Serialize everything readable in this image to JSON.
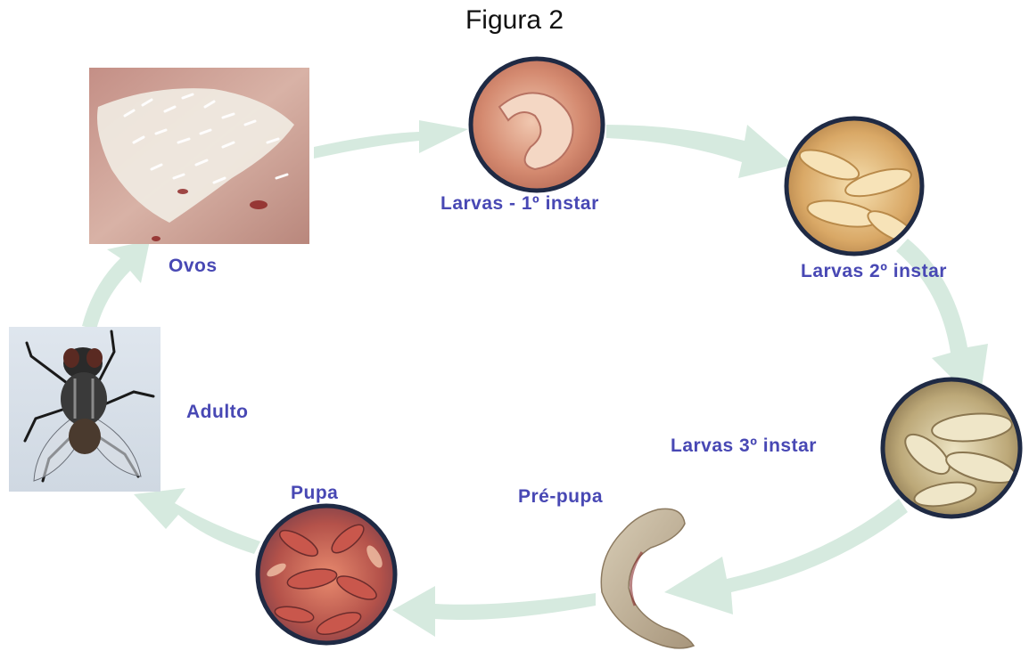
{
  "figure": {
    "title": "Figura 2"
  },
  "stages": {
    "ovos": "Ovos",
    "larva1": "Larvas - 1º instar",
    "larva2": "Larvas 2º instar",
    "larva3": "Larvas 3º instar",
    "prepupa": "Pré-pupa",
    "pupa": "Pupa",
    "adulto": "Adulto"
  },
  "colors": {
    "arrow": "#d6eadf",
    "label": "#4848b4",
    "ring": "#1f2a44"
  }
}
